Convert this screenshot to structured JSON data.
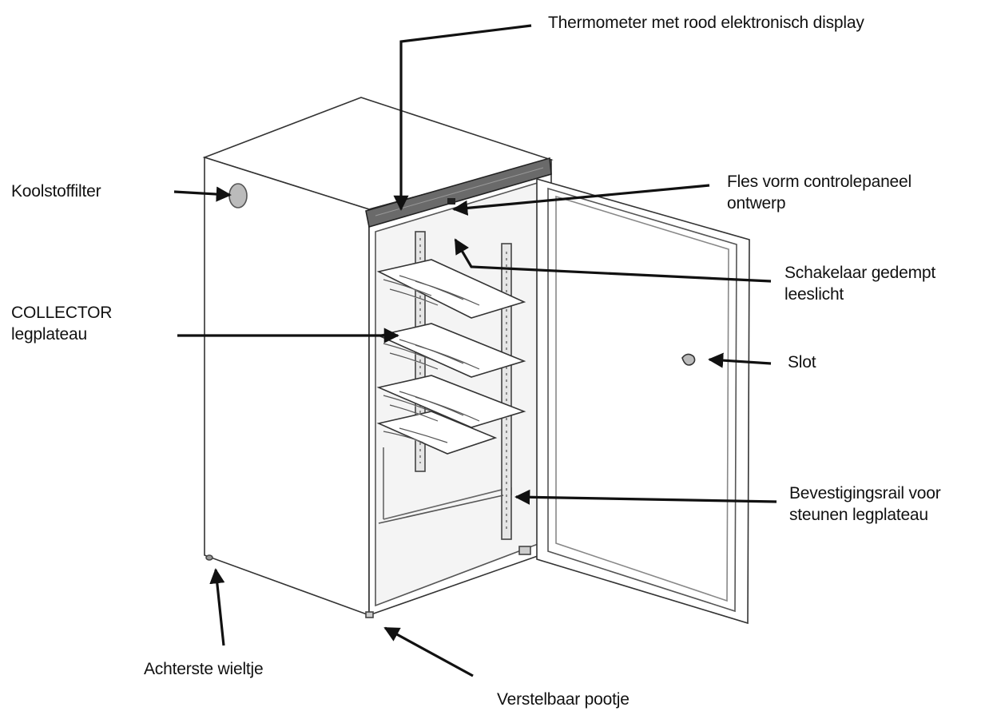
{
  "labels": {
    "thermometer": "Thermometer met rood elektronisch display",
    "koolstoffilter": "Koolstoffilter",
    "controlepaneel": [
      "Fles vorm controlepaneel",
      "ontwerp"
    ],
    "schakelaar": [
      "Schakelaar gedempt",
      "leeslicht"
    ],
    "collector": [
      "COLLECTOR",
      "legplateau"
    ],
    "slot": "Slot",
    "bevestigingsrail": [
      "Bevestigingsrail voor",
      "steunen legplateau"
    ],
    "achterste_wieltje": "Achterste wieltje",
    "verstelbaar_pootje": "Verstelbaar pootje"
  }
}
